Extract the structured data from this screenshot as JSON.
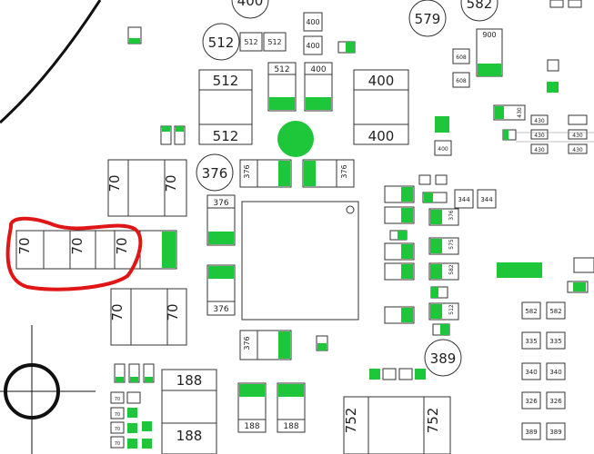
{
  "labels": {
    "c400_top": "400",
    "c512": "512",
    "c579": "579",
    "c582": "582",
    "c376_round": "376",
    "c389": "389",
    "r512_a": "512",
    "r512_b": "512",
    "r400_a": "400",
    "r400_b": "400",
    "r900": "900",
    "r608_a": "608",
    "r608_b": "608",
    "r512_big_top": "512",
    "r512_big_bot": "512",
    "r400_big_top": "400",
    "r400_big_bot": "400",
    "r512_chip": "512",
    "r400_chip": "400",
    "r400_small": "400",
    "r376_l": "376",
    "r376_r": "376",
    "r376_box_top": "376",
    "r376_box_bot": "376",
    "r376_box_low": "376",
    "r70_tl": "70",
    "r70_tr": "70",
    "r70_a": "70",
    "r70_b": "70",
    "r70_c": "70",
    "r70_bl": "70",
    "r70_br": "70",
    "r188_top": "188",
    "r188_bot": "188",
    "r188_a": "188",
    "r188_b": "188",
    "r752_l": "752",
    "r752_r": "752",
    "r344_a": "344",
    "r344_b": "344",
    "r430_a": "430",
    "r430_b": "430",
    "r430_c": "430",
    "r430_d": "430",
    "r430_e": "430",
    "r430_f": "430",
    "r582_a": "582",
    "r582_b": "582",
    "r335_a": "335",
    "r335_b": "335",
    "r340_a": "340",
    "r340_b": "340",
    "r326_a": "326",
    "r326_b": "326",
    "r389_a": "389",
    "r389_b": "389",
    "r376_col": "376",
    "r575": "575",
    "r582_col": "582",
    "r512_col": "512",
    "r70_s1": "70",
    "r70_s2": "70",
    "r70_s3": "70",
    "r70_s4": "70"
  }
}
